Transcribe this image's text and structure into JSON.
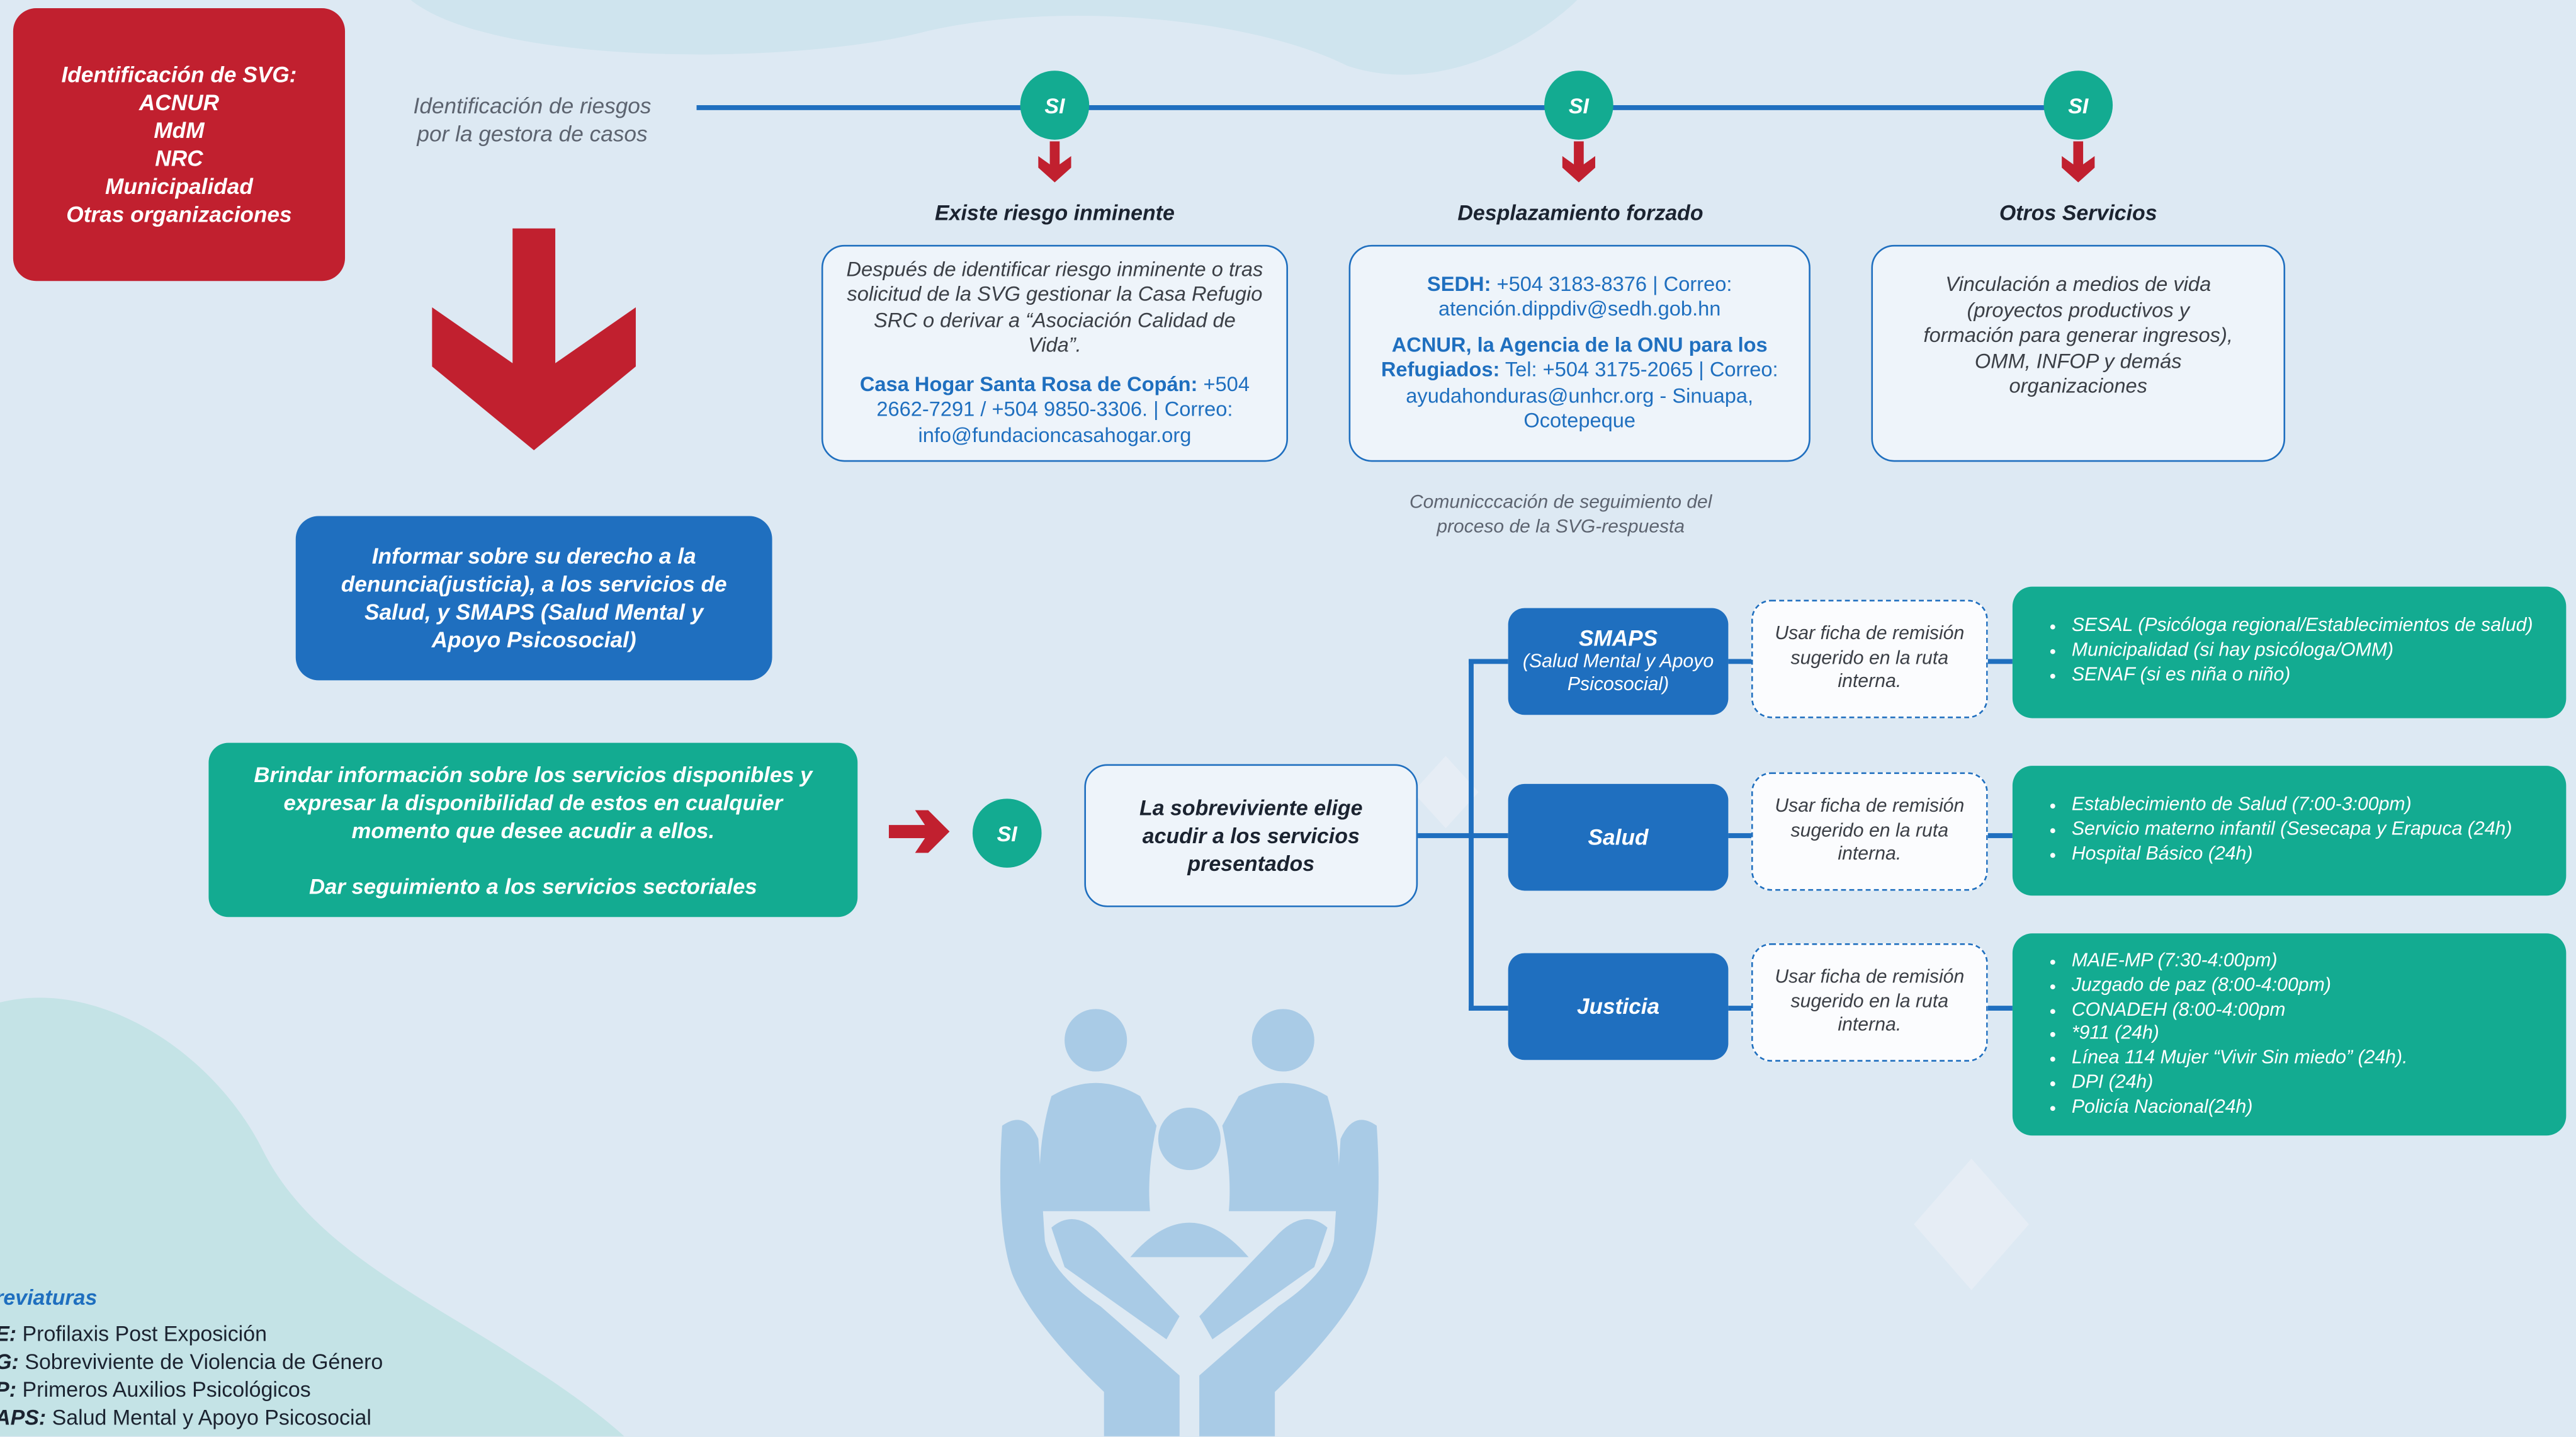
{
  "svg_box": {
    "title": "Identificación de SVG:",
    "lines": [
      "ACNUR",
      "MdM",
      "NRC",
      "Municipalidad",
      "Otras organizaciones"
    ]
  },
  "risk_label": [
    "Identificación de riesgos",
    "por la gestora de casos"
  ],
  "si_label": "SI",
  "columns": [
    {
      "title": "Existe riesgo inminente",
      "body": "Después de identificar riesgo inminente o tras solicitud de la SVG gestionar la Casa Refugio SRC o derivar a “Asociación Calidad de Vida”.",
      "contact_bold": "Casa Hogar Santa Rosa de Copán:",
      "contact_rest": " +504 2662-7291 / +504 9850-3306. | Correo: info@fundacioncasahogar.org"
    },
    {
      "title": "Desplazamiento forzado",
      "c1_bold": "SEDH:",
      "c1_rest": " +504 3183-8376 | Correo: atención.dippdiv@sedh.gob.hn",
      "c2_bold": "ACNUR, la Agencia de la ONU para los Refugiados:",
      "c2_rest": " Tel: +504 3175-2065 | Correo: ayudahonduras@unhcr.org - Sinuapa, Ocotepeque"
    },
    {
      "title": "Otros Servicios",
      "body": "Vinculación a medios de vida (proyectos productivos y formación para generar ingresos), OMM, INFOP y demás organizaciones"
    }
  ],
  "followup_note": [
    "Comunicccación de seguimiento del",
    "proceso de la SVG-respuesta"
  ],
  "inform_box": "Informar sobre su derecho a la denuncia(justicia), a los servicios de Salud,  y SMAPS (Salud Mental y Apoyo Psicosocial)",
  "brindar_box": {
    "p1": "Brindar información sobre los servicios disponibles y expresar la disponibilidad de estos en cualquier momento que desee acudir a ellos.",
    "p2": "Dar seguimiento a los servicios sectoriales"
  },
  "survivor_box": "La sobreviviente elige acudir a los servicios presentados",
  "services": [
    {
      "name": "SMAPS",
      "sub": "(Salud Mental y Apoyo Psicosocial)",
      "referral": "Usar ficha de remisión sugerido en la ruta interna.",
      "items": [
        "SESAL (Psicóloga regional/Establecimientos de salud)",
        "Municipalidad (si hay psicóloga/OMM)",
        "SENAF (si es niña o niño)"
      ]
    },
    {
      "name": "Salud",
      "referral": "Usar ficha de remisión sugerido en la ruta interna.",
      "items": [
        "Establecimiento de Salud (7:00-3:00pm)",
        "Servicio materno infantil (Sesecapa y Erapuca (24h)",
        "Hospital Básico (24h)"
      ]
    },
    {
      "name": "Justicia",
      "referral": "Usar ficha de remisión sugerido en la ruta interna.",
      "items": [
        "MAIE-MP (7:30-4:00pm)",
        "Juzgado de paz (8:00-4:00pm)",
        "CONADEH (8:00-4:00pm",
        "*911 (24h)",
        "Línea 114 Mujer “Vivir Sin miedo” (24h).",
        "DPI (24h)",
        "Policía Nacional(24h)"
      ]
    }
  ],
  "abbreviations": {
    "title": "reviaturas",
    "items": [
      {
        "abbr": "E:",
        "text": " Profilaxis Post Exposición"
      },
      {
        "abbr": "G:",
        "text": " Sobreviviente de Violencia de Género"
      },
      {
        "abbr": "P:",
        "text": " Primeros Auxilios Psicológicos"
      },
      {
        "abbr": "APS:",
        "text": " Salud Mental y Apoyo Psicosocial"
      }
    ]
  },
  "colors": {
    "red": "#c1202f",
    "blue": "#1f6fbf",
    "green": "#13ab91",
    "background": "#dde9f3",
    "icon": "#a9cbe6"
  }
}
